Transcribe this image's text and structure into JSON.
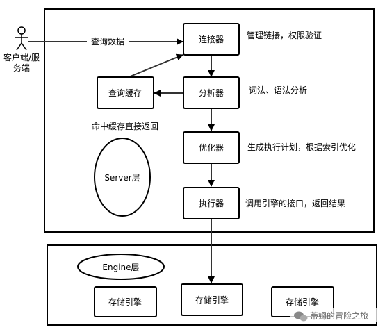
{
  "actor": {
    "label_line1": "客户端/服",
    "label_line2": "务端"
  },
  "edges": {
    "query_data_label": "查询数据"
  },
  "server": {
    "name": "Server层",
    "nodes": {
      "connector": "连接器",
      "query_cache": "查询缓存",
      "analyzer": "分析器",
      "optimizer": "优化器",
      "executor": "执行器"
    },
    "notes": {
      "connector": "管理链接，权限验证",
      "analyzer": "词法、语法分析",
      "cache_hit": "命中缓存直接返回",
      "optimizer": "生成执行计划，根据索引优化",
      "executor": "调用引擎的接口，返回结果"
    }
  },
  "engine": {
    "name": "Engine层",
    "engines": [
      "存储引擎",
      "存储引擎",
      "存储引擎"
    ]
  },
  "watermark": {
    "text": "蒂姆的冒险之旅"
  }
}
